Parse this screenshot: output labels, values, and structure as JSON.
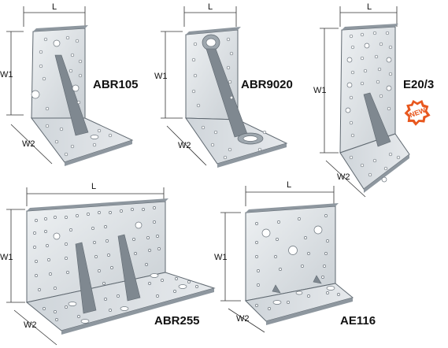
{
  "colors": {
    "steel_light": "#e2e6e9",
    "steel_mid": "#c8ced3",
    "steel_dark": "#9aa2a9",
    "new_badge": "#e8571e"
  },
  "products": [
    {
      "name": "ABR105",
      "dims": {
        "length": "L",
        "height": "W1",
        "width": "W2"
      }
    },
    {
      "name": "ABR9020",
      "dims": {
        "length": "L",
        "height": "W1",
        "width": "W2"
      }
    },
    {
      "name": "E20/3",
      "badge": "NEW",
      "dims": {
        "length": "L",
        "height": "W1",
        "width": "W2"
      }
    },
    {
      "name": "ABR255",
      "dims": {
        "length": "L",
        "height": "W1",
        "width": "W2"
      }
    },
    {
      "name": "AE116",
      "dims": {
        "length": "L",
        "height": "W1",
        "width": "W2"
      }
    }
  ]
}
